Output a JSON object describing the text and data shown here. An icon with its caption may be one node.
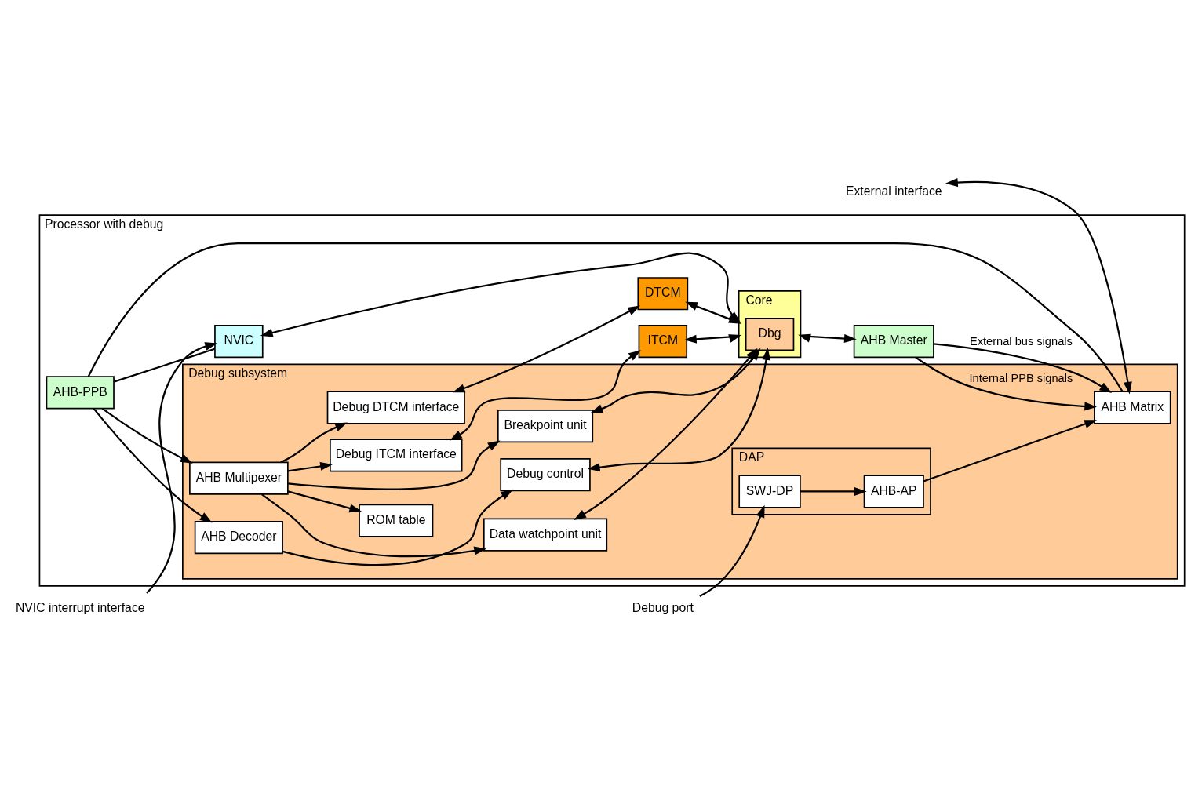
{
  "diagram": {
    "nodes": [
      {
        "text": [
          "Processor with debug"
        ]
      },
      {
        "text": [
          "Debug subsystem"
        ],
        "in": 0
      },
      {
        "text": [
          "ITCM"
        ],
        "in": 0
      },
      {
        "text": [
          "DTCM"
        ],
        "in": 0
      },
      {
        "text": [
          "Debug ITCM interface"
        ],
        "in": 1
      },
      {
        "text": [
          "Debug DTCM interface"
        ],
        "in": 1
      },
      {
        "text": [
          "Breakpoint unit"
        ],
        "in": 1
      },
      {
        "text": [
          "Data watchpoint unit"
        ],
        "in": 1
      },
      {
        "text": [
          "AHB Decoder"
        ],
        "in": 1
      },
      {
        "text": [
          "Debug control"
        ],
        "in": 1
      },
      {
        "text": [
          "AHB Multipexer"
        ],
        "in": 1
      },
      {
        "text": [
          "ROM table"
        ],
        "in": 1
      },
      {
        "text": [
          "Core"
        ],
        "in": 0
      },
      {
        "text": [
          "Dbg"
        ],
        "in": 12
      },
      {
        "text": [
          "AHB-PPB"
        ],
        "in": 0
      },
      {
        "text": [
          "AHB Matrix"
        ],
        "in": 1
      },
      {
        "text": [
          "AHB Master"
        ],
        "in": 0
      },
      {
        "text": [
          "DAP"
        ],
        "in": 1
      },
      {
        "text": [
          "AHB-AP"
        ],
        "in": 17
      },
      {
        "text": [
          "SWJ-DP"
        ],
        "in": 17
      },
      {
        "text": [
          "NVIC"
        ],
        "in": 0
      },
      {
        "text": [
          "NVIC interrupt interface"
        ]
      },
      {
        "text": [
          "External interface"
        ]
      },
      {
        "text": [
          "Debug port"
        ]
      }
    ],
    "edges": [
      {
        "from": 4,
        "to": 2,
        "arrow": "both"
      },
      {
        "from": 5,
        "to": 3,
        "arrow": "both"
      },
      {
        "from": 2,
        "to": 12,
        "arrow": "both"
      },
      {
        "from": 3,
        "to": 12,
        "arrow": "both"
      },
      {
        "from": 10,
        "to": 4,
        "arrow": "to"
      },
      {
        "from": 10,
        "to": 5,
        "arrow": "to"
      },
      {
        "from": 10,
        "to": 6,
        "arrow": "to"
      },
      {
        "from": 10,
        "to": 7,
        "arrow": "to"
      },
      {
        "from": 8,
        "to": 9,
        "arrow": "to"
      },
      {
        "from": 10,
        "to": 11,
        "arrow": "to"
      },
      {
        "from": 6,
        "to": 13,
        "arrow": "both"
      },
      {
        "from": 7,
        "to": 13,
        "arrow": "both"
      },
      {
        "from": 9,
        "to": 13,
        "arrow": "both"
      },
      {
        "from": 14,
        "to": 8,
        "arrow": "to"
      },
      {
        "from": 14,
        "to": 10,
        "arrow": "to"
      },
      {
        "from": 14,
        "to": 15,
        "arrow": "none"
      },
      {
        "from": 14,
        "to": 20,
        "arrow": "none"
      },
      {
        "from": 16,
        "to": 15,
        "arrow": "to",
        "label": "Internal PPB signals"
      },
      {
        "from": 16,
        "to": 15,
        "arrow": "to",
        "label": "External bus signals"
      },
      {
        "from": 12,
        "to": 16,
        "arrow": "both"
      },
      {
        "from": 18,
        "to": 15,
        "arrow": "to"
      },
      {
        "from": 19,
        "to": 18,
        "arrow": "to"
      },
      {
        "from": 23,
        "to": 19,
        "arrow": "to"
      },
      {
        "from": 22,
        "to": 15,
        "arrow": "both"
      },
      {
        "from": 21,
        "to": 20,
        "arrow": "to"
      },
      {
        "from": 20,
        "to": 12,
        "arrow": "both"
      }
    ]
  }
}
